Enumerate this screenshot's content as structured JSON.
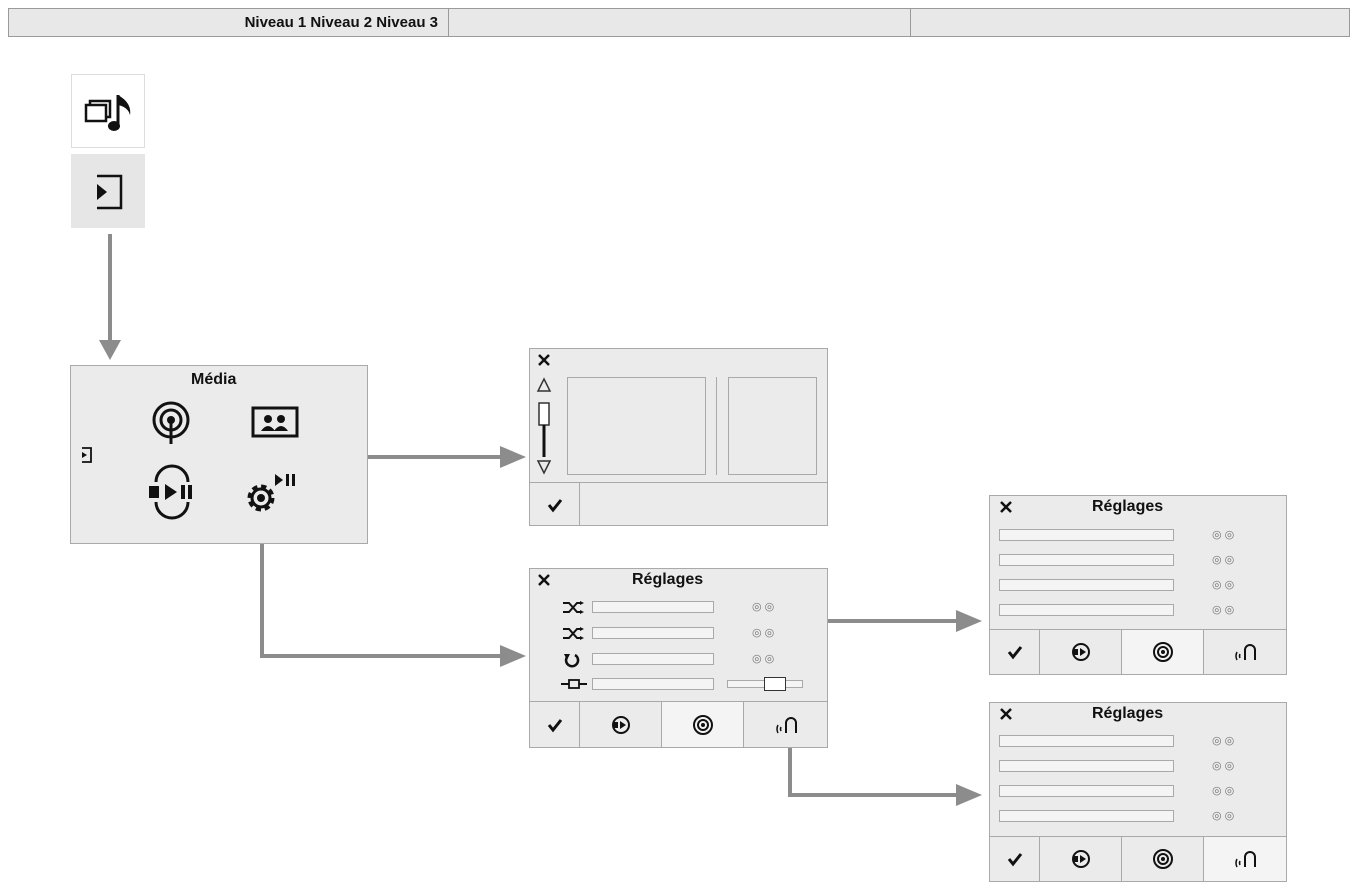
{
  "header": {
    "levels_label": "Niveau 1 Niveau 2 Niveau 3"
  },
  "media": {
    "title": "Média"
  },
  "settings": {
    "title": "Réglages"
  },
  "settings_right_top": {
    "title": "Réglages"
  },
  "settings_right_bottom": {
    "title": "Réglages"
  },
  "icons": {
    "apps": "media-apps-icon",
    "source": "source-input-icon",
    "radio": "radio-antenna-icon",
    "photos": "photos-icon",
    "player": "media-player-icon",
    "settings": "settings-gear-icon",
    "close": "close-icon",
    "confirm": "checkmark-icon",
    "shuffle_all": "shuffle-all-icon",
    "shuffle": "shuffle-icon",
    "repeat": "repeat-icon",
    "aux": "aux-jack-icon",
    "voice": "voice-icon",
    "scroll_up": "scroll-up-icon",
    "scroll_down": "scroll-down-icon"
  },
  "colors": {
    "arrow": "#8c8c8c",
    "panel": "#ebebeb",
    "border": "#a9a9a9"
  }
}
